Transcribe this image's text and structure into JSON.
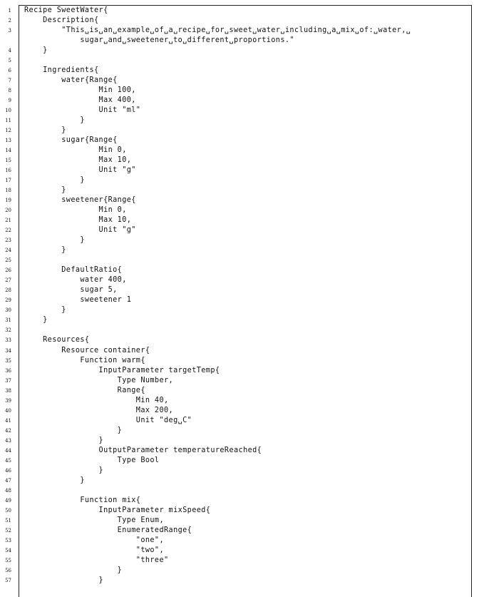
{
  "listing": {
    "lines": [
      {
        "n": "1",
        "text": "Recipe SweetWater{"
      },
      {
        "n": "2",
        "text": "    Description{"
      },
      {
        "n": "3",
        "text": "        \"This␣is␣an␣example␣of␣a␣recipe␣for␣sweet␣water␣including␣a␣mix␣of:␣water,␣"
      },
      {
        "n": "",
        "text": "            sugar␣and␣sweetener␣to␣different␣proportions.\""
      },
      {
        "n": "4",
        "text": "    }"
      },
      {
        "n": "5",
        "text": ""
      },
      {
        "n": "6",
        "text": "    Ingredients{"
      },
      {
        "n": "7",
        "text": "        water{Range{"
      },
      {
        "n": "8",
        "text": "                Min 100,"
      },
      {
        "n": "9",
        "text": "                Max 400,"
      },
      {
        "n": "10",
        "text": "                Unit \"ml\""
      },
      {
        "n": "11",
        "text": "            }"
      },
      {
        "n": "12",
        "text": "        }"
      },
      {
        "n": "13",
        "text": "        sugar{Range{"
      },
      {
        "n": "14",
        "text": "                Min 0,"
      },
      {
        "n": "15",
        "text": "                Max 10,"
      },
      {
        "n": "16",
        "text": "                Unit \"g\""
      },
      {
        "n": "17",
        "text": "            }"
      },
      {
        "n": "18",
        "text": "        }"
      },
      {
        "n": "19",
        "text": "        sweetener{Range{"
      },
      {
        "n": "20",
        "text": "                Min 0,"
      },
      {
        "n": "21",
        "text": "                Max 10,"
      },
      {
        "n": "22",
        "text": "                Unit \"g\""
      },
      {
        "n": "23",
        "text": "            }"
      },
      {
        "n": "24",
        "text": "        }"
      },
      {
        "n": "25",
        "text": ""
      },
      {
        "n": "26",
        "text": "        DefaultRatio{"
      },
      {
        "n": "27",
        "text": "            water 400,"
      },
      {
        "n": "28",
        "text": "            sugar 5,"
      },
      {
        "n": "29",
        "text": "            sweetener 1"
      },
      {
        "n": "30",
        "text": "        }"
      },
      {
        "n": "31",
        "text": "    }"
      },
      {
        "n": "32",
        "text": ""
      },
      {
        "n": "33",
        "text": "    Resources{"
      },
      {
        "n": "34",
        "text": "        Resource container{"
      },
      {
        "n": "35",
        "text": "            Function warm{"
      },
      {
        "n": "36",
        "text": "                InputParameter targetTemp{"
      },
      {
        "n": "37",
        "text": "                    Type Number,"
      },
      {
        "n": "38",
        "text": "                    Range{"
      },
      {
        "n": "39",
        "text": "                        Min 40,"
      },
      {
        "n": "40",
        "text": "                        Max 200,"
      },
      {
        "n": "41",
        "text": "                        Unit \"deg␣C\""
      },
      {
        "n": "42",
        "text": "                    }"
      },
      {
        "n": "43",
        "text": "                }"
      },
      {
        "n": "44",
        "text": "                OutputParameter temperatureReached{"
      },
      {
        "n": "45",
        "text": "                    Type Bool"
      },
      {
        "n": "46",
        "text": "                }"
      },
      {
        "n": "47",
        "text": "            }"
      },
      {
        "n": "48",
        "text": ""
      },
      {
        "n": "49",
        "text": "            Function mix{"
      },
      {
        "n": "50",
        "text": "                InputParameter mixSpeed{"
      },
      {
        "n": "51",
        "text": "                    Type Enum,"
      },
      {
        "n": "52",
        "text": "                    EnumeratedRange{"
      },
      {
        "n": "53",
        "text": "                        \"one\","
      },
      {
        "n": "54",
        "text": "                        \"two\","
      },
      {
        "n": "55",
        "text": "                        \"three\""
      },
      {
        "n": "56",
        "text": "                    }"
      },
      {
        "n": "57",
        "text": "                }"
      }
    ]
  }
}
